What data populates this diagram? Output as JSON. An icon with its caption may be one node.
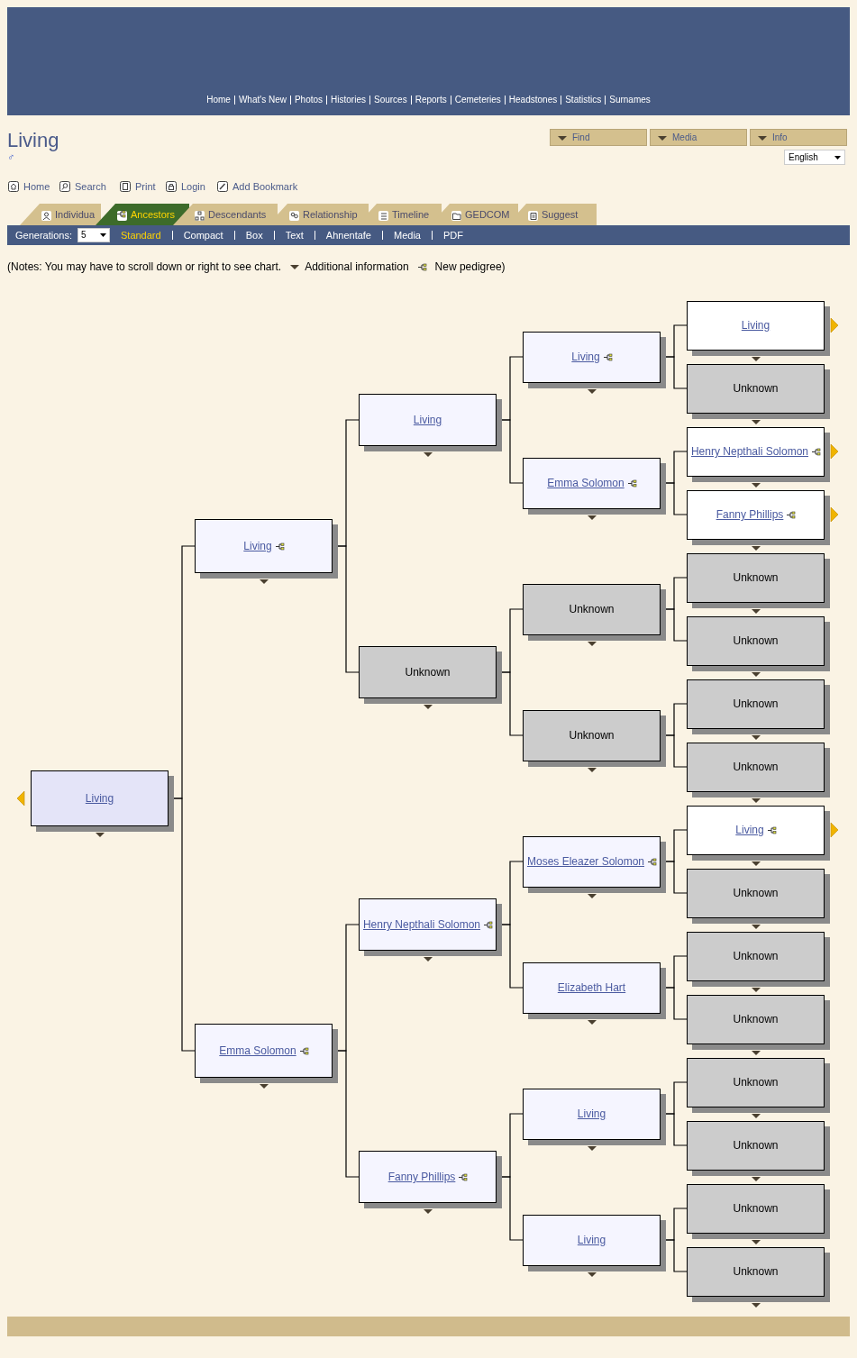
{
  "diagram": {
    "title": "Living",
    "nodes": [
      {
        "text": [
          "Living"
        ]
      },
      {
        "text": [
          "Living"
        ]
      },
      {
        "text": [
          "Emma Solomon"
        ]
      },
      {
        "text": [
          "Living"
        ]
      },
      {
        "text": [
          "Unknown"
        ]
      },
      {
        "text": [
          "Henry Nepthali Solomon"
        ]
      },
      {
        "text": [
          "Fanny Phillips"
        ]
      },
      {
        "text": [
          "Living"
        ]
      },
      {
        "text": [
          "Emma Solomon"
        ]
      },
      {
        "text": [
          "Unknown"
        ]
      },
      {
        "text": [
          "Unknown"
        ]
      },
      {
        "text": [
          "Moses Eleazer Solomon"
        ]
      },
      {
        "text": [
          "Elizabeth Hart"
        ]
      },
      {
        "text": [
          "Living"
        ]
      },
      {
        "text": [
          "Living"
        ]
      },
      {
        "text": [
          "Living"
        ]
      },
      {
        "text": [
          "Unknown"
        ]
      },
      {
        "text": [
          "Henry Nepthali Solomon"
        ]
      },
      {
        "text": [
          "Fanny Phillips"
        ]
      },
      {
        "text": [
          "Unknown"
        ]
      },
      {
        "text": [
          "Unknown"
        ]
      },
      {
        "text": [
          "Unknown"
        ]
      },
      {
        "text": [
          "Unknown"
        ]
      },
      {
        "text": [
          "Living"
        ]
      },
      {
        "text": [
          "Unknown"
        ]
      },
      {
        "text": [
          "Unknown"
        ]
      },
      {
        "text": [
          "Unknown"
        ]
      },
      {
        "text": [
          "Unknown"
        ]
      },
      {
        "text": [
          "Unknown"
        ]
      },
      {
        "text": [
          "Unknown"
        ]
      },
      {
        "text": [
          "Unknown"
        ]
      }
    ],
    "edges": [
      {
        "from": 0,
        "to": 1,
        "arrow": "none"
      },
      {
        "from": 0,
        "to": 2,
        "arrow": "none"
      },
      {
        "from": 1,
        "to": 3,
        "arrow": "none"
      },
      {
        "from": 1,
        "to": 4,
        "arrow": "none"
      },
      {
        "from": 2,
        "to": 5,
        "arrow": "none"
      },
      {
        "from": 2,
        "to": 6,
        "arrow": "none"
      },
      {
        "from": 3,
        "to": 7,
        "arrow": "none"
      },
      {
        "from": 3,
        "to": 8,
        "arrow": "none"
      },
      {
        "from": 4,
        "to": 9,
        "arrow": "none"
      },
      {
        "from": 4,
        "to": 10,
        "arrow": "none"
      },
      {
        "from": 5,
        "to": 11,
        "arrow": "none"
      },
      {
        "from": 5,
        "to": 12,
        "arrow": "none"
      },
      {
        "from": 6,
        "to": 13,
        "arrow": "none"
      },
      {
        "from": 6,
        "to": 14,
        "arrow": "none"
      },
      {
        "from": 7,
        "to": 15,
        "arrow": "none"
      },
      {
        "from": 7,
        "to": 16,
        "arrow": "none"
      },
      {
        "from": 8,
        "to": 17,
        "arrow": "none"
      },
      {
        "from": 8,
        "to": 18,
        "arrow": "none"
      },
      {
        "from": 9,
        "to": 19,
        "arrow": "none"
      },
      {
        "from": 9,
        "to": 20,
        "arrow": "none"
      },
      {
        "from": 10,
        "to": 21,
        "arrow": "none"
      },
      {
        "from": 10,
        "to": 22,
        "arrow": "none"
      },
      {
        "from": 11,
        "to": 23,
        "arrow": "none"
      },
      {
        "from": 11,
        "to": 24,
        "arrow": "none"
      },
      {
        "from": 12,
        "to": 25,
        "arrow": "none"
      },
      {
        "from": 12,
        "to": 26,
        "arrow": "none"
      },
      {
        "from": 13,
        "to": 27,
        "arrow": "none"
      },
      {
        "from": 13,
        "to": 28,
        "arrow": "none"
      },
      {
        "from": 14,
        "to": 29,
        "arrow": "none"
      },
      {
        "from": 14,
        "to": 30,
        "arrow": "none"
      }
    ],
    "labels": [
      "Home",
      "What's New",
      "Photos",
      "Histories",
      "Sources",
      "Reports",
      "Cemeteries",
      "Headstones",
      "Statistics",
      "Surnames",
      "♂",
      "Find",
      "Media",
      "Info",
      "English",
      "Home",
      "Search",
      "Print",
      "Login",
      "Add Bookmark",
      "Individua",
      "Ancestors",
      "Descendants",
      "Relationship",
      "Timeline",
      "GEDCOM",
      "Suggest",
      "Generations:",
      "5",
      "Standard",
      "Compact",
      "Box",
      "Text",
      "Ahnentafe",
      "Media",
      "PDF",
      "(Notes: You may have to scroll down or right to see chart.",
      "Additional information",
      "New pedigree)"
    ]
  }
}
